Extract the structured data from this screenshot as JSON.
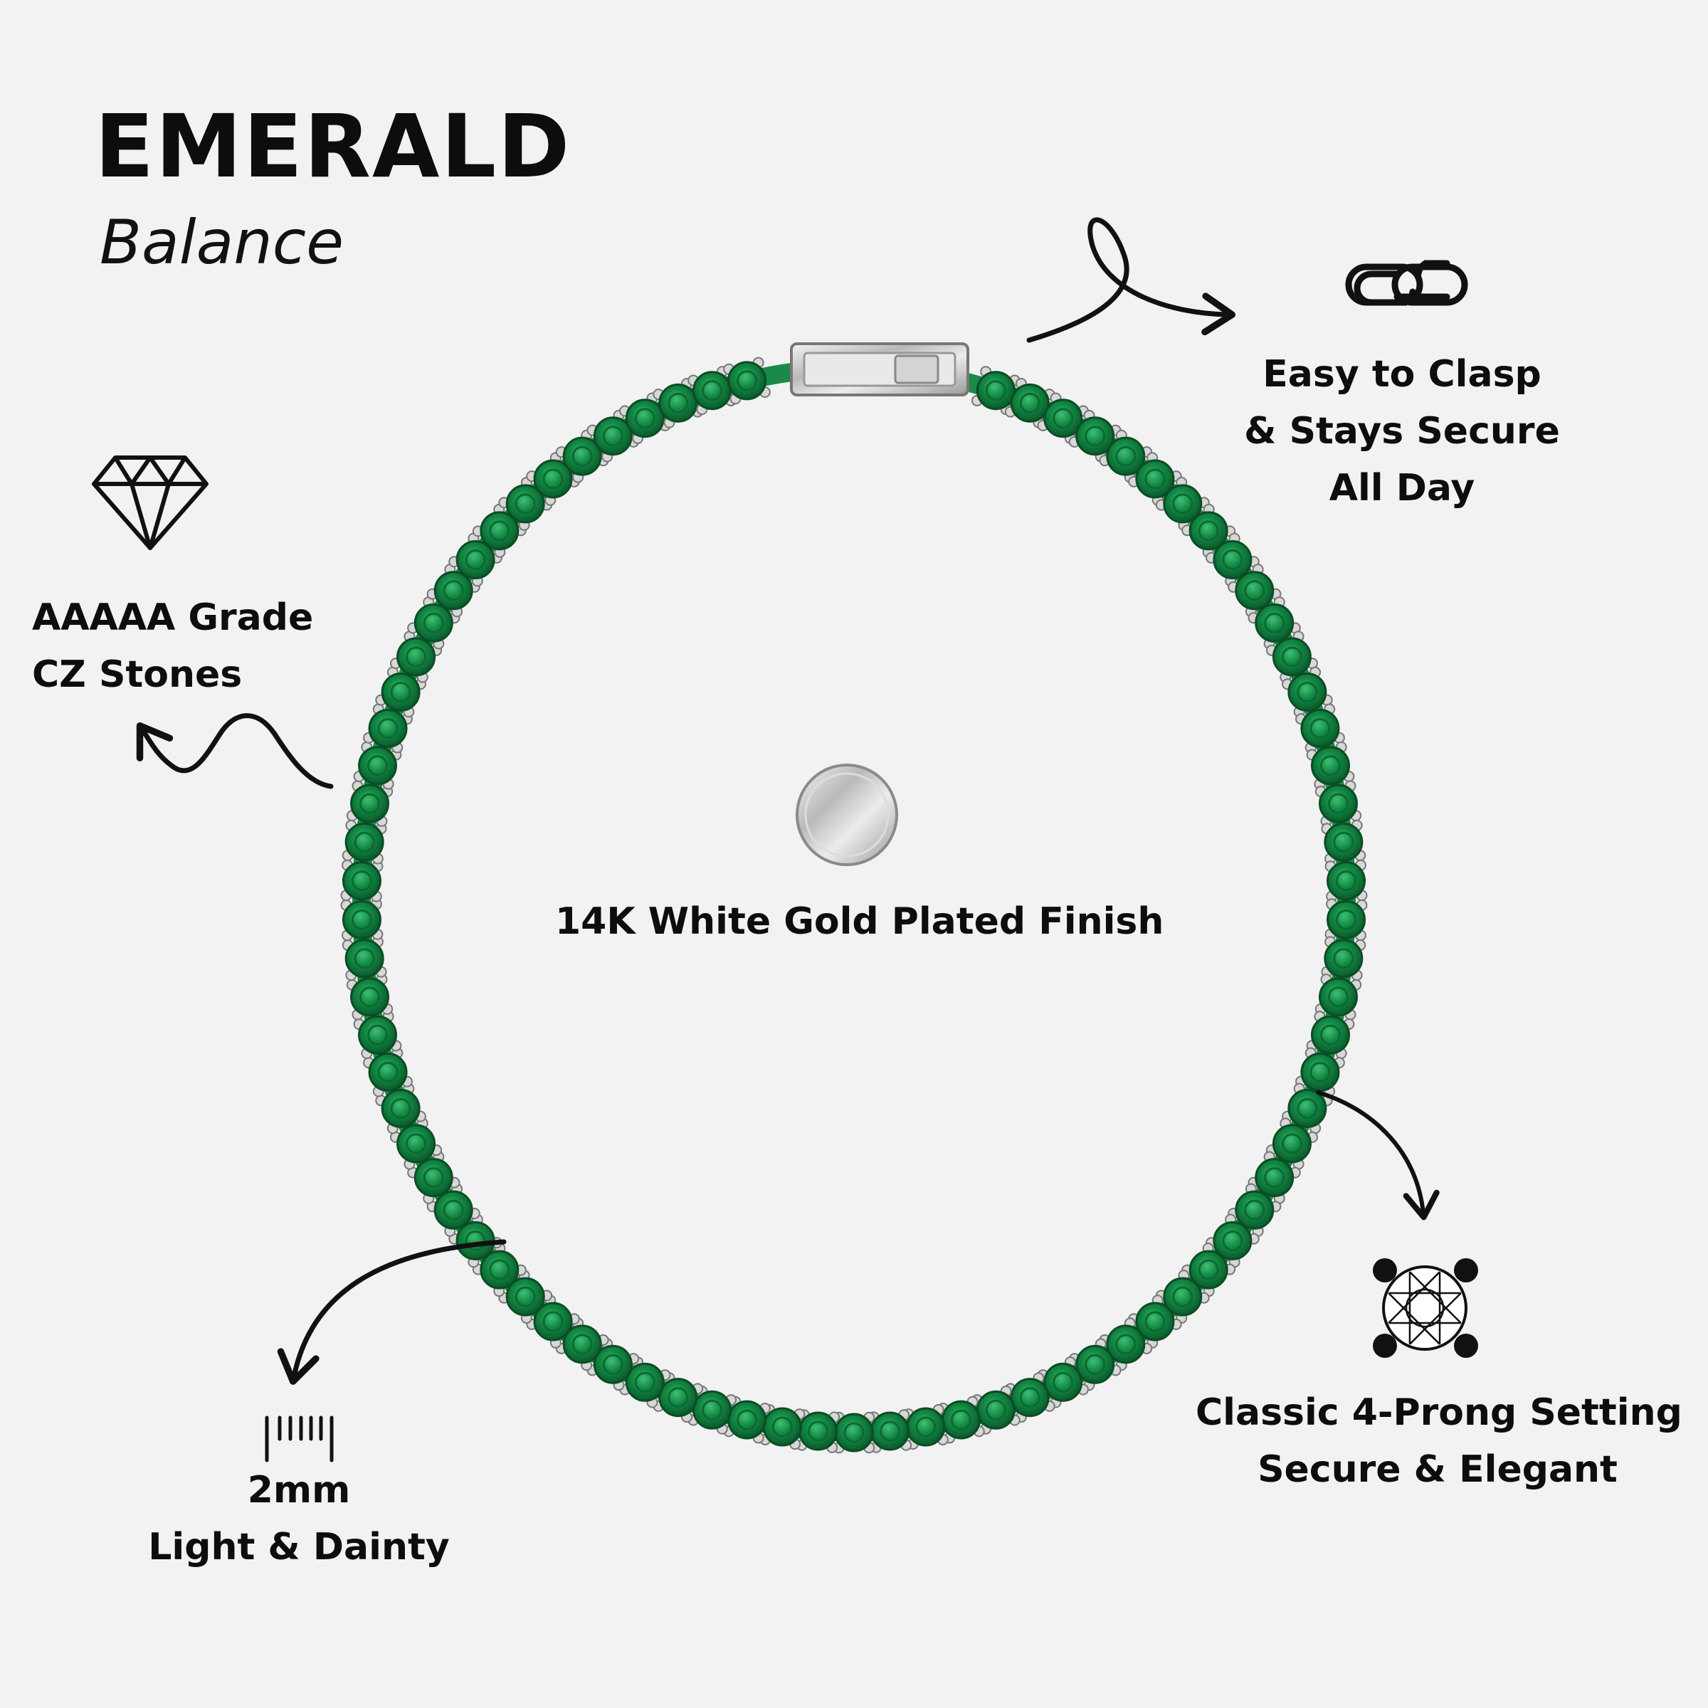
{
  "title": "EMERALD",
  "subtitle": "Balance",
  "colors": {
    "background": "#f2f2f2",
    "emerald": "#0f7a3c",
    "metal": "#c9c9c9",
    "ink": "#111111"
  },
  "features": {
    "clasp": {
      "icon": "chain-link-icon",
      "lines": [
        "Easy to Clasp",
        "& Stays Secure",
        "All Day"
      ]
    },
    "stones": {
      "icon": "diamond-icon",
      "lines": [
        "AAAAA Grade",
        "CZ Stones"
      ]
    },
    "finish": {
      "icon": "white-gold-swatch-icon",
      "text": "14K White Gold Plated Finish"
    },
    "width": {
      "icon": "ruler-icon",
      "lines": [
        "2mm",
        "Light & Dainty"
      ]
    },
    "setting": {
      "icon": "four-prong-setting-icon",
      "lines": [
        "Classic 4-Prong Setting",
        "Secure & Elegant"
      ]
    }
  }
}
